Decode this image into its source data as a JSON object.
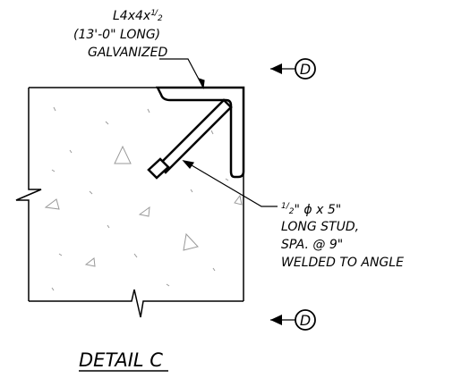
{
  "angle_note": {
    "line1_prefix": "L4x4x",
    "line1_fraction_num": "1",
    "line1_fraction_den": "2",
    "line2": "(13'-0\" LONG)",
    "line3": "GALVANIZED"
  },
  "stud_note": {
    "line1_fraction_num": "1",
    "line1_fraction_den": "2",
    "line1_rest": "\" ϕ x 5\"",
    "line2": "LONG STUD,",
    "line3": "SPA. @ 9\"",
    "line4": "WELDED TO ANGLE"
  },
  "section_marker_top": {
    "letter": "D"
  },
  "section_marker_bottom": {
    "letter": "D"
  },
  "detail_title": "DETAIL C",
  "colors": {
    "ink": "#000000",
    "background": "#ffffff"
  }
}
